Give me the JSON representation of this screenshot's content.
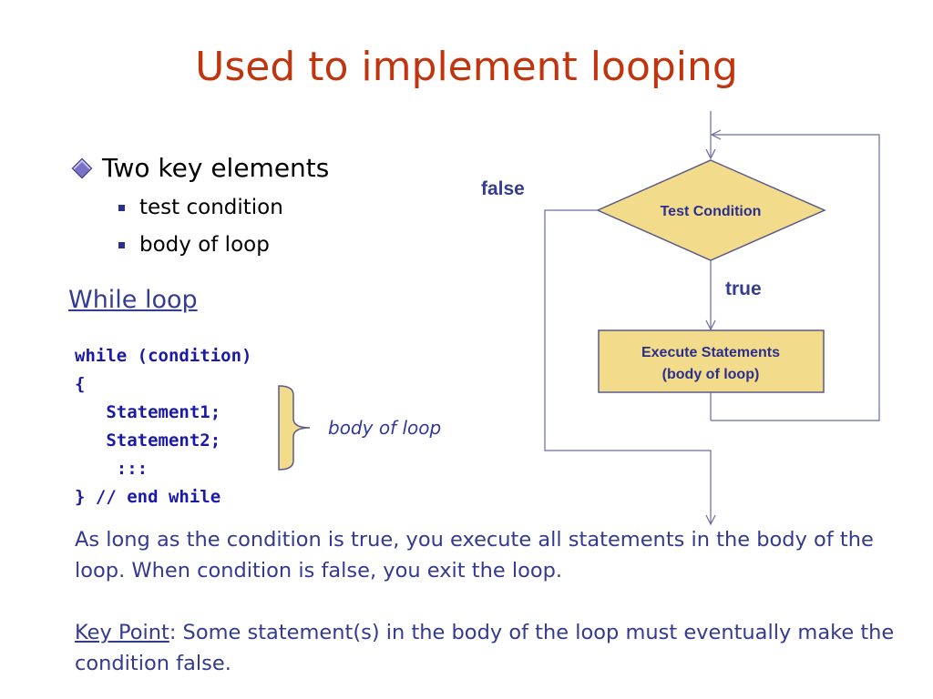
{
  "title": "Used to implement looping",
  "bullets": {
    "main": "Two key elements",
    "sub": [
      "test condition",
      "body of loop"
    ]
  },
  "while_link": "While loop",
  "code": {
    "lines": [
      "while (condition)",
      "{",
      "   Statement1;",
      "   Statement2;",
      "    :::",
      "} // end while"
    ]
  },
  "brace_label": "body of loop",
  "flowchart": {
    "condition_label": "Test Condition",
    "false_label": "false",
    "true_label": "true",
    "body_line1": "Execute Statements",
    "body_line2": "(body of loop)"
  },
  "paragraph1": "As long as the condition is true, you execute all statements in the body of the loop. When condition is false, you exit the loop.",
  "key_point": {
    "label": "Key Point",
    "text": ": Some statement(s) in the body of the loop must eventually make the condition false."
  },
  "colors": {
    "title": "#c0350e",
    "text_blue": "#343a8e",
    "code_blue": "#1a1aa8",
    "shape_fill": "#f2dc8c",
    "shape_stroke": "#5a5a8a"
  }
}
